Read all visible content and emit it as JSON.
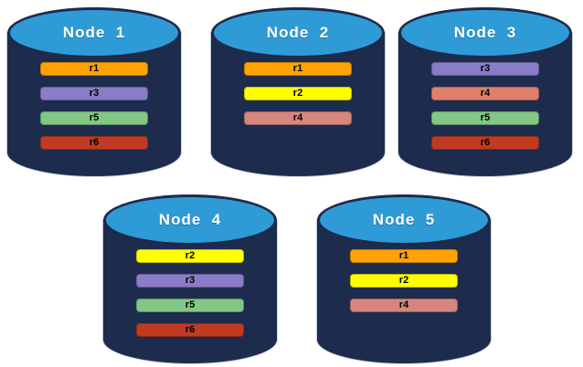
{
  "diagram": {
    "background_color": "#FFFFFF",
    "cylinder": {
      "body_color": "#1D2B4D",
      "top_color": "#2F9BD6",
      "title_color": "#FFFFFF",
      "bar_text_color": "#000000"
    },
    "nodes": [
      {
        "label": "Node  1",
        "replicas": [
          {
            "label": "r1",
            "color": "#FFA302"
          },
          {
            "label": "r3",
            "color": "#8A7CC6"
          },
          {
            "label": "r5",
            "color": "#82C785"
          },
          {
            "label": "r6",
            "color": "#C13A22"
          }
        ]
      },
      {
        "label": "Node  2",
        "replicas": [
          {
            "label": "r1",
            "color": "#FFA302"
          },
          {
            "label": "r2",
            "color": "#FFFF00"
          },
          {
            "label": "r4",
            "color": "#D6867D"
          }
        ]
      },
      {
        "label": "Node  3",
        "replicas": [
          {
            "label": "r3",
            "color": "#8A7CC6"
          },
          {
            "label": "r4",
            "color": "#E0806A"
          },
          {
            "label": "r5",
            "color": "#82C785"
          },
          {
            "label": "r6",
            "color": "#C13A22"
          }
        ]
      },
      {
        "label": "Node  4",
        "replicas": [
          {
            "label": "r2",
            "color": "#FFFF00"
          },
          {
            "label": "r3",
            "color": "#8A7CC6"
          },
          {
            "label": "r5",
            "color": "#82C785"
          },
          {
            "label": "r6",
            "color": "#C13A22"
          }
        ]
      },
      {
        "label": "Node  5",
        "replicas": [
          {
            "label": "r1",
            "color": "#FFA302"
          },
          {
            "label": "r2",
            "color": "#FFFF00"
          },
          {
            "label": "r4",
            "color": "#D6867D"
          }
        ]
      }
    ]
  }
}
